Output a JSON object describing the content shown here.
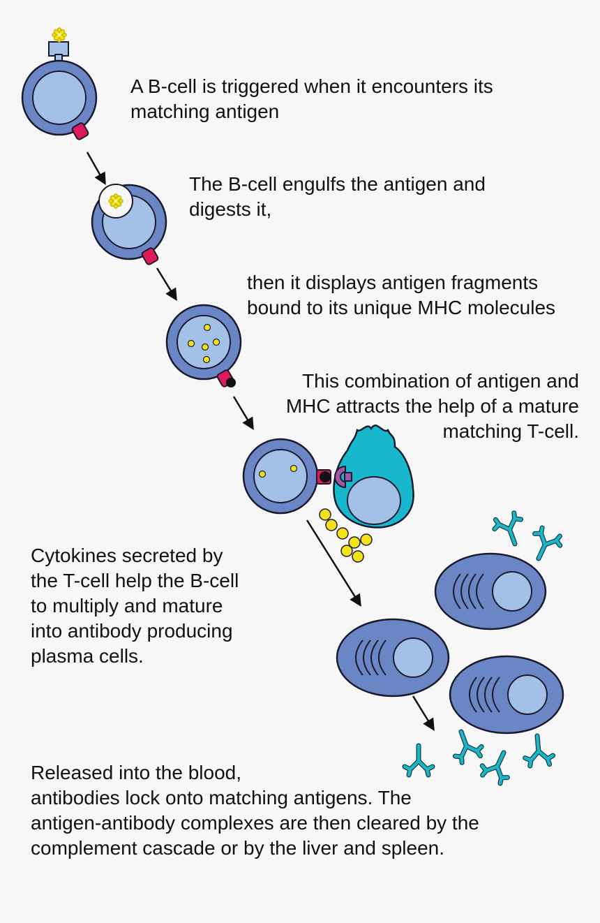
{
  "colors": {
    "background": "#f7f7f7",
    "cell_membrane": "#6b86c4",
    "cell_nucleus": "#a3c1e6",
    "outline": "#1a1a2e",
    "mhc_receptor": "#e0195b",
    "antigen": "#f2e21b",
    "t_cell": "#17b8cc",
    "t_cell_receptor": "#a356a8",
    "antibody": "#1fb5c7",
    "text": "#111111"
  },
  "captions": {
    "step1": [
      "A B-cell is triggered when it encounters its",
      "matching antigen"
    ],
    "step2": [
      "The B-cell engulfs the antigen and",
      "digests it,"
    ],
    "step3": [
      "then it displays antigen fragments",
      "bound to its unique MHC molecules"
    ],
    "step4": [
      "This combination of antigen and",
      "MHC attracts the help of a mature",
      "matching T-cell."
    ],
    "step5": [
      "Cytokines secreted by",
      "the T-cell help the B-cell",
      "to multiply and mature",
      "into antibody producing",
      "plasma cells."
    ],
    "step6": [
      "Released into the blood,",
      "antibodies lock onto matching antigens. The",
      "antigen-antibody complexes are then cleared by the",
      "complement cascade or by the liver and spleen."
    ]
  }
}
